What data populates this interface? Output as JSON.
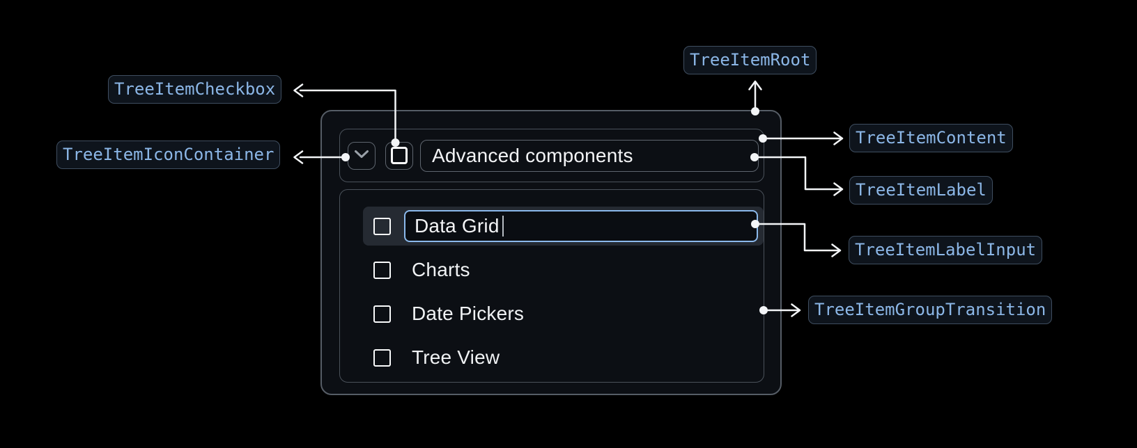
{
  "colors": {
    "page_bg": "#000000",
    "surface_bg": "#0c0f14",
    "surface_border": "#565d66",
    "box_border": "#4b525b",
    "control_border": "#5f666f",
    "chip_bg": "#0e141c",
    "chip_border": "#3f4e60",
    "chip_text": "#8cb7e7",
    "connector": "#f3f5f7",
    "selected_row_bg": "#252a32",
    "input_border": "#8bb9ec",
    "input_bg": "#0a0d12",
    "text_primary": "#f3f4f6"
  },
  "annotations": {
    "root": "TreeItemRoot",
    "checkbox": "TreeItemCheckbox",
    "icon_container": "TreeItemIconContainer",
    "content": "TreeItemContent",
    "label": "TreeItemLabel",
    "label_input": "TreeItemLabelInput",
    "group_transition": "TreeItemGroupTransition"
  },
  "tree": {
    "parent_label": "Advanced components",
    "parent_state": "expanded",
    "editing_value": "Data Grid",
    "children": [
      "Data Grid",
      "Charts",
      "Date Pickers",
      "Tree View"
    ]
  }
}
